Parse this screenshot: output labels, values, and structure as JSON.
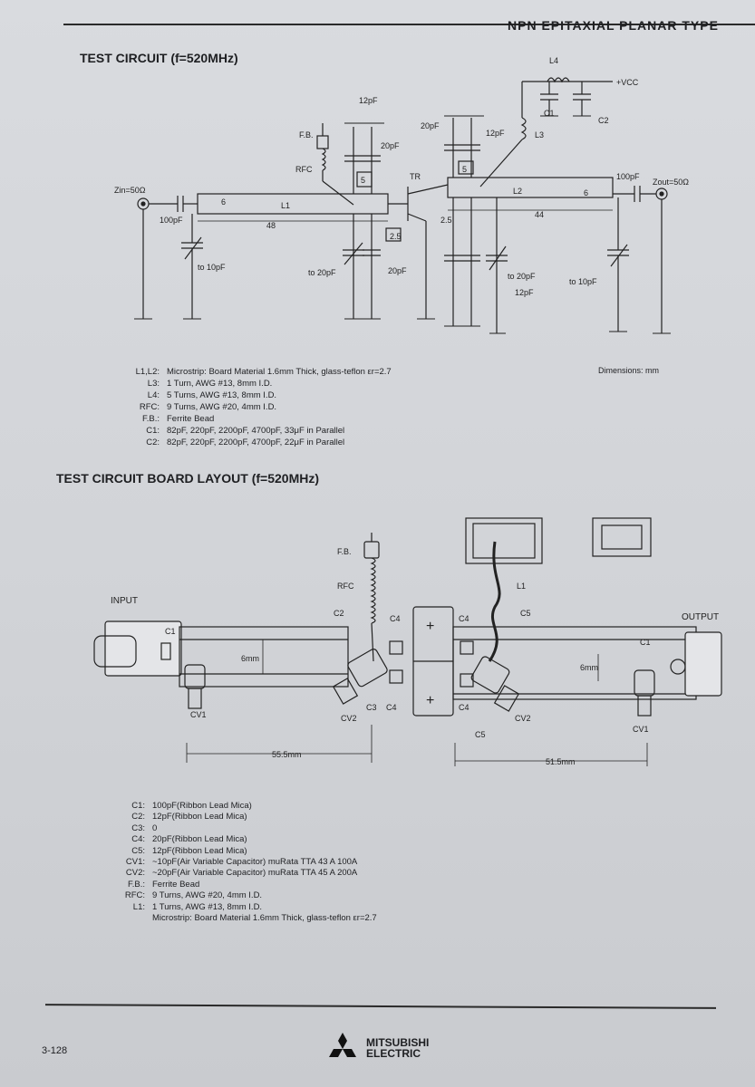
{
  "header": {
    "title": "NPN EPITAXIAL PLANAR TYPE"
  },
  "test_circuit": {
    "title": "TEST CIRCUIT (f=520MHz)",
    "labels": {
      "zin": "Zin=50Ω",
      "zout": "Zout=50Ω",
      "c100_in": "100pF",
      "c100_out": "100pF",
      "to10_left": "to 10pF",
      "to10_right": "to 10pF",
      "to20_left": "to 20pF",
      "to20_right": "to 20pF",
      "c20_a": "20pF",
      "c20_b": "20pF",
      "c20_c": "20pF",
      "c12_a": "12pF",
      "c12_b": "12pF",
      "c12_c": "12pF",
      "fb": "F.B.",
      "rfc": "RFC",
      "tr": "TR",
      "l1": "L1",
      "l2": "L2",
      "l3": "L3",
      "l4": "L4",
      "c1": "C1",
      "c2": "C2",
      "vcc": "+VCC",
      "dim6a": "6",
      "dim6b": "6",
      "dim48": "48",
      "dim44": "44",
      "dim25a": "2.5",
      "dim25b": "2.5",
      "dim5a": "5",
      "dim5b": "5"
    },
    "dimensions_note": "Dimensions: mm",
    "notes": [
      {
        "key": "L1,L2:",
        "value": "Microstrip: Board Material 1.6mm Thick, glass-teflon εr=2.7"
      },
      {
        "key": "L3:",
        "value": "1 Turn, AWG #13, 8mm I.D."
      },
      {
        "key": "L4:",
        "value": "5 Turns, AWG #13, 8mm I.D."
      },
      {
        "key": "RFC:",
        "value": "9 Turns, AWG #20, 4mm I.D."
      },
      {
        "key": "F.B.:",
        "value": "Ferrite Bead"
      },
      {
        "key": "C1:",
        "value": "82pF, 220pF, 2200pF, 4700pF, 33μF in Parallel"
      },
      {
        "key": "C2:",
        "value": "82pF, 220pF, 2200pF, 4700pF, 22μF in Parallel"
      }
    ]
  },
  "board_layout": {
    "title": "TEST CIRCUIT BOARD LAYOUT (f=520MHz)",
    "labels": {
      "input": "INPUT",
      "output": "OUTPUT",
      "fb": "F.B.",
      "rfc": "RFC",
      "l1": "L1",
      "c1_in": "C1",
      "c1_out": "C1",
      "c2": "C2",
      "c3": "C3",
      "c4_a": "C4",
      "c4_b": "C4",
      "c4_c": "C4",
      "c4_d": "C4",
      "c5_top": "C5",
      "c5_bot": "C5",
      "cv1_left": "CV1",
      "cv1_right": "CV1",
      "cv2_left": "CV2",
      "cv2_right": "CV2",
      "w6_left": "6mm",
      "w6_right": "6mm",
      "len_left": "55.5mm",
      "len_right": "51.5mm",
      "plus_top": "+",
      "plus_bot": "+"
    },
    "notes": [
      {
        "key": "C1:",
        "value": "100pF(Ribbon Lead Mica)"
      },
      {
        "key": "C2:",
        "value": "12pF(Ribbon Lead Mica)"
      },
      {
        "key": "C3:",
        "value": "0"
      },
      {
        "key": "C4:",
        "value": "20pF(Ribbon Lead Mica)"
      },
      {
        "key": "C5:",
        "value": "12pF(Ribbon Lead Mica)"
      },
      {
        "key": "CV1:",
        "value": "~10pF(Air Variable Capacitor) muRata TTA 43 A 100A"
      },
      {
        "key": "CV2:",
        "value": "~20pF(Air Variable Capacitor) muRata TTA 45 A 200A"
      },
      {
        "key": "F.B.:",
        "value": "Ferrite Bead"
      },
      {
        "key": "RFC:",
        "value": "9 Turns, AWG #20, 4mm I.D."
      },
      {
        "key": "L1:",
        "value": "1 Turns, AWG #13, 8mm I.D."
      },
      {
        "key": "",
        "value": "Microstrip: Board Material 1.6mm Thick, glass-teflon εr=2.7"
      }
    ]
  },
  "footer": {
    "page_number": "3-128",
    "brand_line1": "MITSUBISHI",
    "brand_line2": "ELECTRIC"
  }
}
